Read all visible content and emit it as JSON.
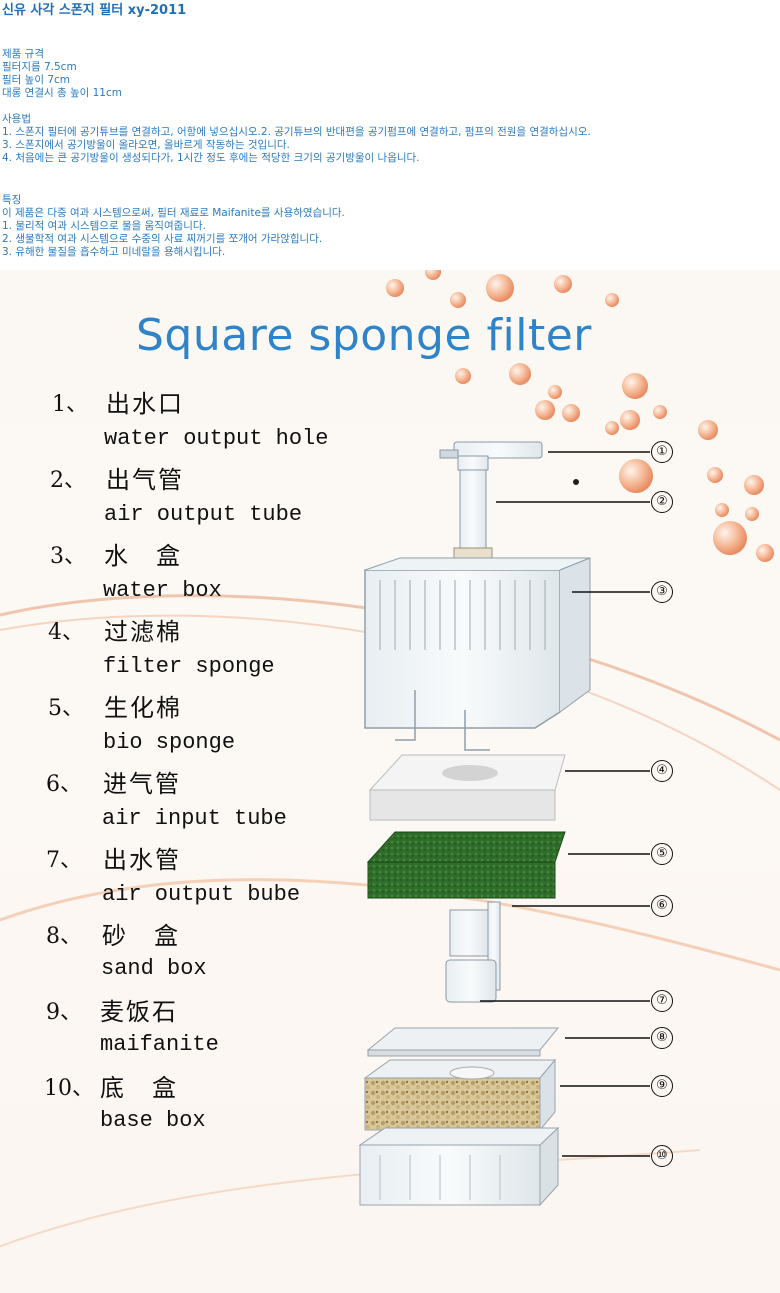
{
  "header": {
    "title": "신유 사각 스폰지 필터 xy-2011",
    "spec_heading": "제품 규격",
    "spec_lines": [
      "필터지름 7.5cm",
      "필터 높이 7cm",
      "대롱 연결시 총 높이 11cm"
    ],
    "usage_heading": "사용법",
    "usage_lines": [
      "1. 스폰지 필터에 공기튜브를 연결하고, 어항에 넣으십시오.2. 공기튜브의 반대편을 공기펌프에 연결하고, 펌프의 전원을 연결하십시오.",
      "3. 스폰지에서 공기방울이 올라오면, 올바르게 작동하는 것입니다.",
      "4. 처음에는 큰 공기방울이 생성되다가, 1시간 정도 후에는 적당한 크기의 공기방울이 나옵니다."
    ],
    "feature_heading": "특징",
    "feature_lines": [
      "이 제품은 다중 여과 시스템으로써, 필터 재료로 Maifanite를 사용하였습니다.",
      "1. 물리적 여과 시스템으로 물을 움직여줍니다.",
      "2. 생물학적 여과 시스템으로 수중의 사료 찌꺼기를 쪼개어 가라앉힙니다.",
      "3. 유해한 물질을 흡수하고 미네랄을 용해시킵니다."
    ]
  },
  "poster": {
    "title": "Square sponge filter",
    "items": [
      {
        "num": "1、",
        "zh": "出水口",
        "en": "water output hole"
      },
      {
        "num": "2、",
        "zh": "出气管",
        "en": "air output tube"
      },
      {
        "num": "3、",
        "zh": "水　盒",
        "en": "water box"
      },
      {
        "num": "4、",
        "zh": "过滤棉",
        "en": "filter sponge"
      },
      {
        "num": "5、",
        "zh": "生化棉",
        "en": "bio sponge"
      },
      {
        "num": "6、",
        "zh": "进气管",
        "en": "air input tube"
      },
      {
        "num": "7、",
        "zh": "出水管",
        "en": "air output bube"
      },
      {
        "num": "8、",
        "zh": "砂　盒",
        "en": "sand box"
      },
      {
        "num": "9、",
        "zh": "麦饭石",
        "en": "maifanite"
      },
      {
        "num": "10、",
        "zh": "底　盒",
        "en": "base box"
      }
    ],
    "callouts": [
      "①",
      "②",
      "③",
      "④",
      "⑤",
      "⑥",
      "⑦",
      "⑧",
      "⑨",
      "⑩"
    ]
  },
  "colors": {
    "header_text": "#2a7bc0",
    "poster_title": "#2f83c8",
    "bubble": "#f0a27a",
    "sponge_green": "#2f6b2a",
    "swoosh": "#e7a27a"
  }
}
